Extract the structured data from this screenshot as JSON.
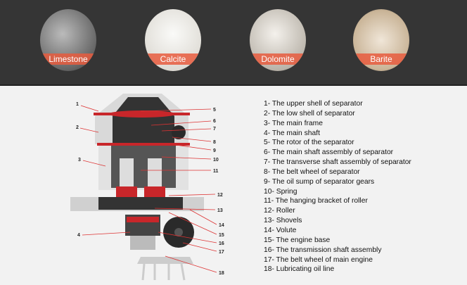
{
  "materials": [
    {
      "label": "Limestone",
      "color": "#8c8c8c"
    },
    {
      "label": "Calcite",
      "color": "#e9e7e2"
    },
    {
      "label": "Dolomite",
      "color": "#d8d3cb"
    },
    {
      "label": "Barite",
      "color": "#d9c9b2"
    }
  ],
  "callout_numbers": [
    "1",
    "2",
    "3",
    "4",
    "5",
    "6",
    "7",
    "8",
    "9",
    "10",
    "11",
    "12",
    "13",
    "14",
    "15",
    "16",
    "17",
    "18"
  ],
  "legend": [
    "1- The upper shell of separator",
    "2- The low shell of separator",
    "3- The main frame",
    "4- The main shaft",
    "5- The rotor of the separator",
    "6- The main shaft assembly of separator",
    "7- The transverse shaft assembly of separator",
    "8- The belt wheel of separator",
    "9- The oil sump of separator gears",
    "10- Spring",
    "11- The hanging bracket of roller",
    "12- Roller",
    "13- Shovels",
    "14- Volute",
    "15- The engine base",
    "16- The transmission shaft assembly",
    "17- The belt wheel of main engine",
    "18- Lubricating oil line"
  ],
  "colors": {
    "accent": "#e85c3e",
    "part_red": "#c8262a",
    "dark_bg": "#353535"
  }
}
